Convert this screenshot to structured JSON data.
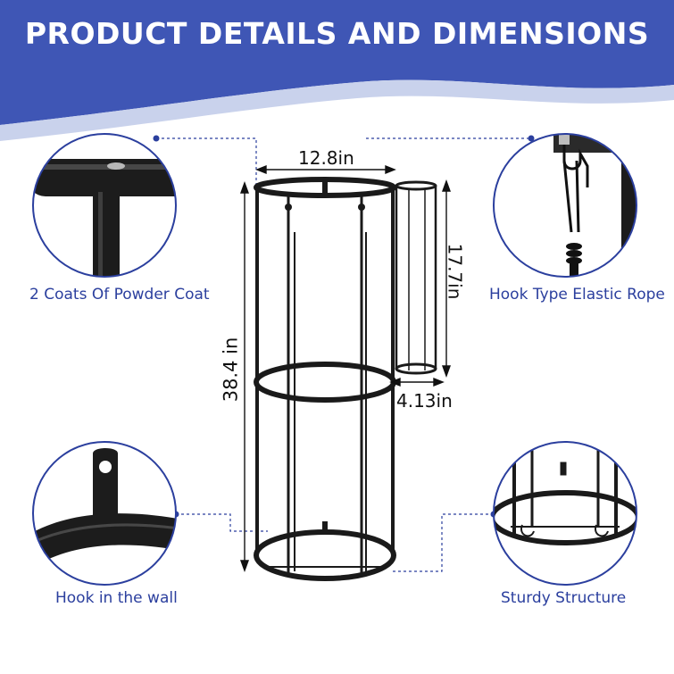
{
  "banner": {
    "title": "PRODUCT DETAILS AND DIMENSIONS",
    "color": "#3f56b5"
  },
  "dimensions": {
    "width": "12.8in",
    "height": "38.4 in",
    "tube_height": "17.7in",
    "tube_width": "4.13in"
  },
  "features": [
    {
      "label": "2 Coats Of Powder Coat",
      "icon": "powder-coat-closeup"
    },
    {
      "label": "Hook Type Elastic Rope",
      "icon": "elastic-hook-closeup"
    },
    {
      "label": "Hook in the wall",
      "icon": "wall-hook-closeup"
    },
    {
      "label": "Sturdy Structure",
      "icon": "base-ring-closeup"
    }
  ],
  "colors": {
    "accent": "#2b3f9e",
    "metal": "#1a1a1a"
  }
}
